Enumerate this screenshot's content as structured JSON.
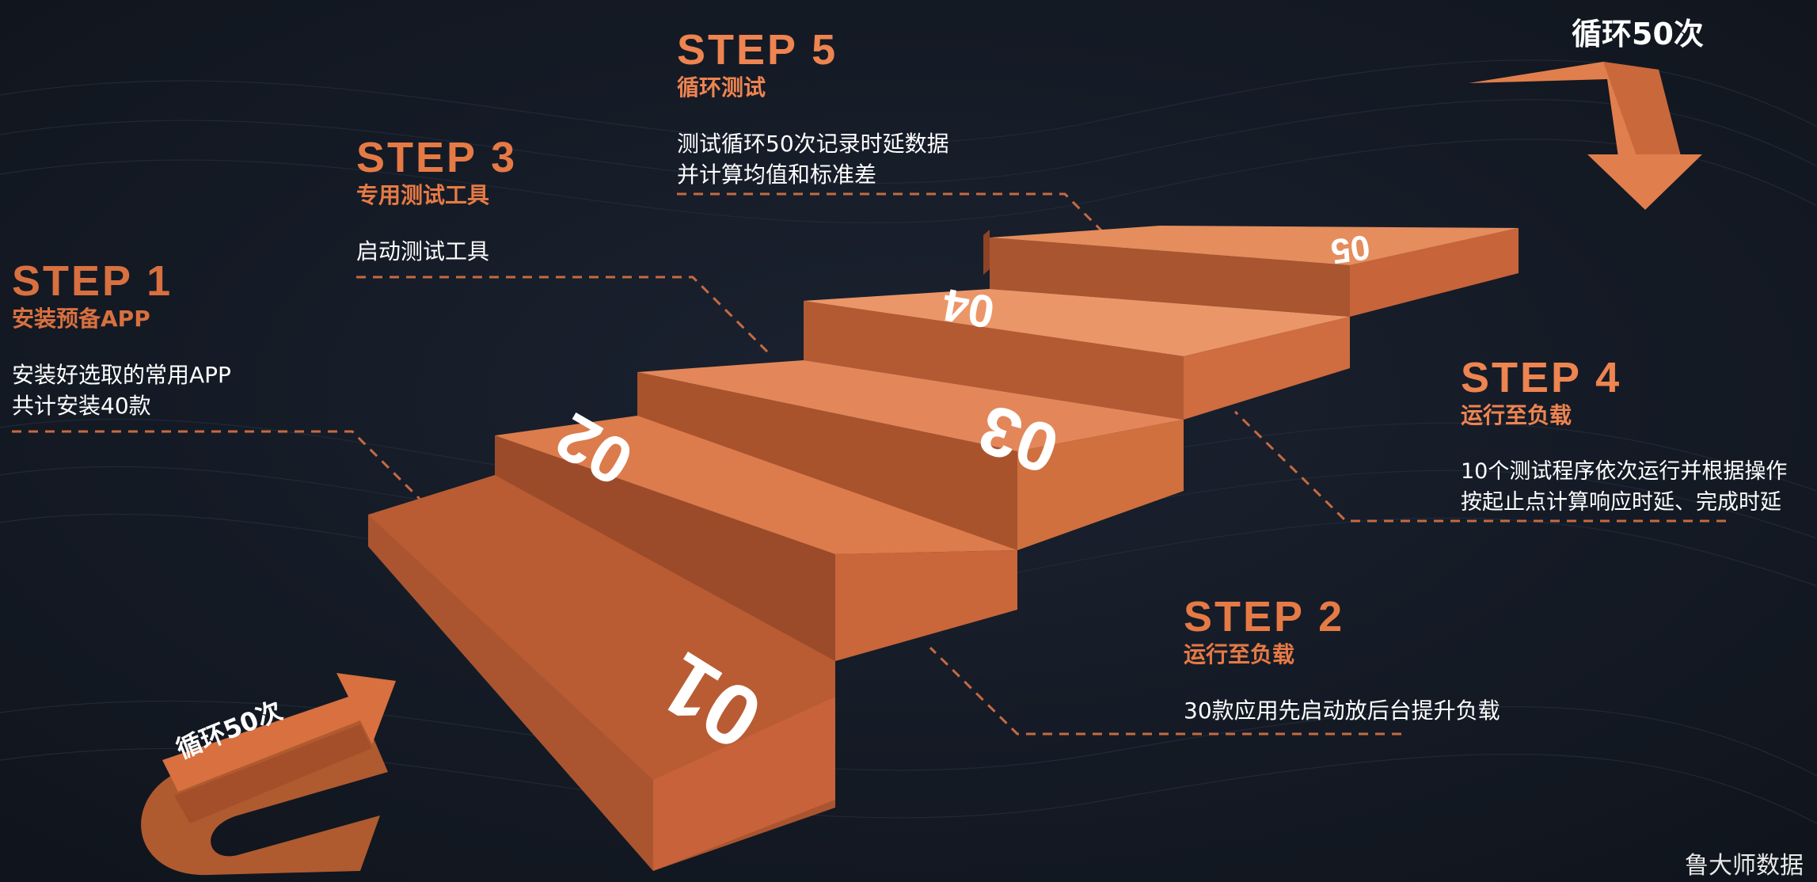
{
  "colors": {
    "background": "#141a24",
    "accent": "#d8703f",
    "step_top": "#f3a87a",
    "step_front": "#c7643a",
    "step_side": "#8e4326",
    "dash": "#c56a42",
    "text": "#ffffff"
  },
  "steps": [
    {
      "id": "1",
      "title": "STEP 1",
      "subtitle": "安装预备APP",
      "lines": [
        "安装好选取的常用APP",
        "共计安装40款"
      ],
      "number": "01"
    },
    {
      "id": "2",
      "title": "STEP 2",
      "subtitle": "运行至负载",
      "lines": [
        "30款应用先启动放后台提升负载"
      ],
      "number": "02"
    },
    {
      "id": "3",
      "title": "STEP 3",
      "subtitle": "专用测试工具",
      "lines": [
        "启动测试工具"
      ],
      "number": "03"
    },
    {
      "id": "4",
      "title": "STEP 4",
      "subtitle": "运行至负载",
      "lines": [
        "10个测试程序依次运行并根据操作",
        "按起止点计算响应时延、完成时延"
      ],
      "number": "04"
    },
    {
      "id": "5",
      "title": "STEP 5",
      "subtitle": "循环测试",
      "lines": [
        "测试循环50次记录时延数据",
        "并计算均值和标准差"
      ],
      "number": "05"
    }
  ],
  "loop_top": "循环50次",
  "loop_bottom": "循环50次",
  "watermark": "鲁大师数据"
}
